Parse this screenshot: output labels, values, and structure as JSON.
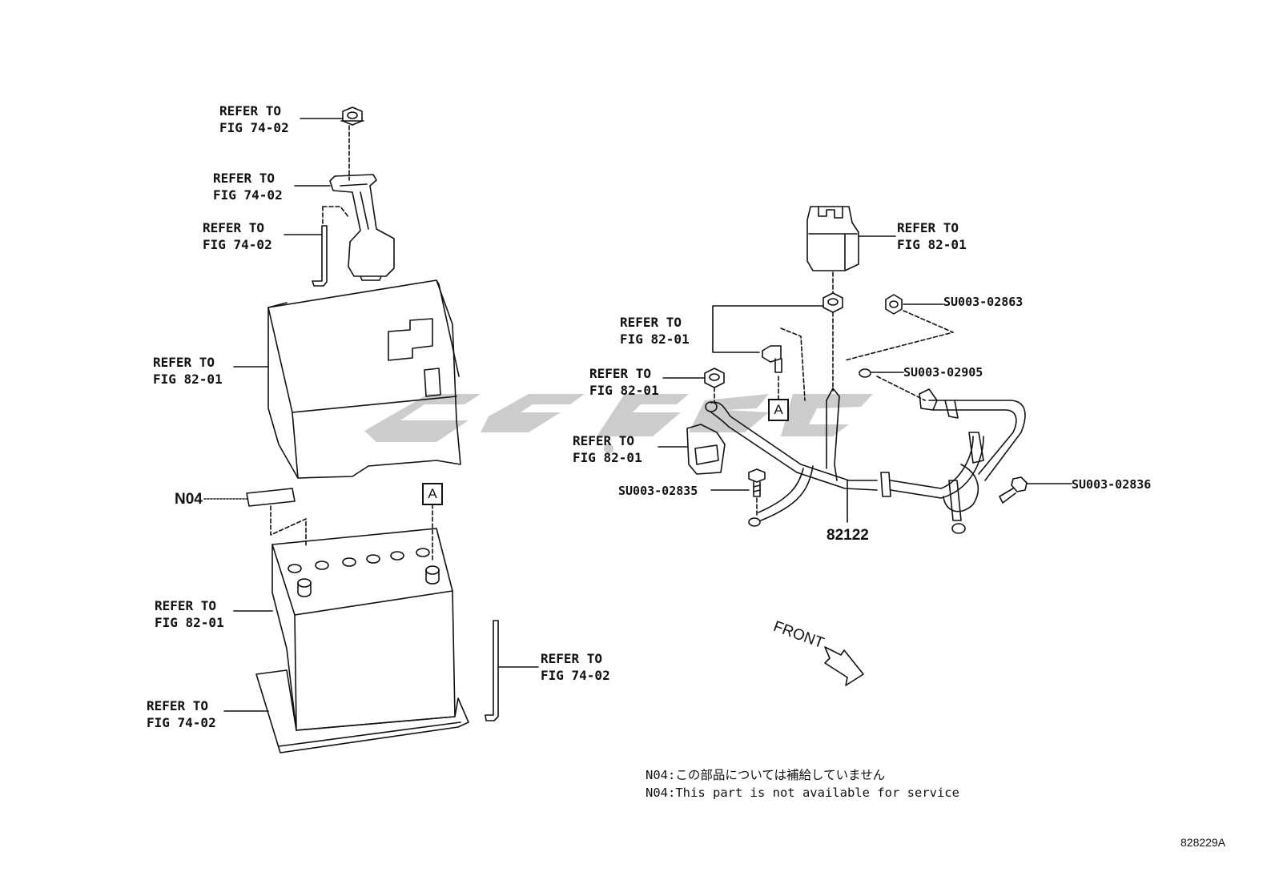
{
  "labels": [
    {
      "line1": "REFER TO",
      "line2": "FIG 74-02"
    },
    {
      "line1": "REFER TO",
      "line2": "FIG 74-02"
    },
    {
      "line1": "REFER TO",
      "line2": "FIG 74-02"
    },
    {
      "line1": "REFER TO",
      "line2": "FIG 82-01"
    },
    {
      "line1": "REFER TO",
      "line2": "FIG 82-01"
    },
    {
      "line1": "REFER TO",
      "line2": "FIG 74-02"
    },
    {
      "line1": "REFER TO",
      "line2": "FIG 74-02"
    },
    {
      "line1": "REFER TO",
      "line2": "FIG 82-01"
    },
    {
      "line1": "REFER TO",
      "line2": "FIG 82-01"
    },
    {
      "line1": "REFER TO",
      "line2": "FIG 82-01"
    },
    {
      "line1": "REFER TO",
      "line2": "FIG 82-01"
    }
  ],
  "part_numbers": {
    "n04": "N04",
    "nut": "SU003-02863",
    "washer": "SU003-02905",
    "bolt_left": "SU003-02835",
    "bolt_right": "SU003-02836",
    "harness": "82122"
  },
  "ref_marker": "A",
  "front_label": "FRONT",
  "notes": [
    "N04:この部品については補給していません",
    "N04:This part is not available for service"
  ],
  "drawing_code": "828229A"
}
